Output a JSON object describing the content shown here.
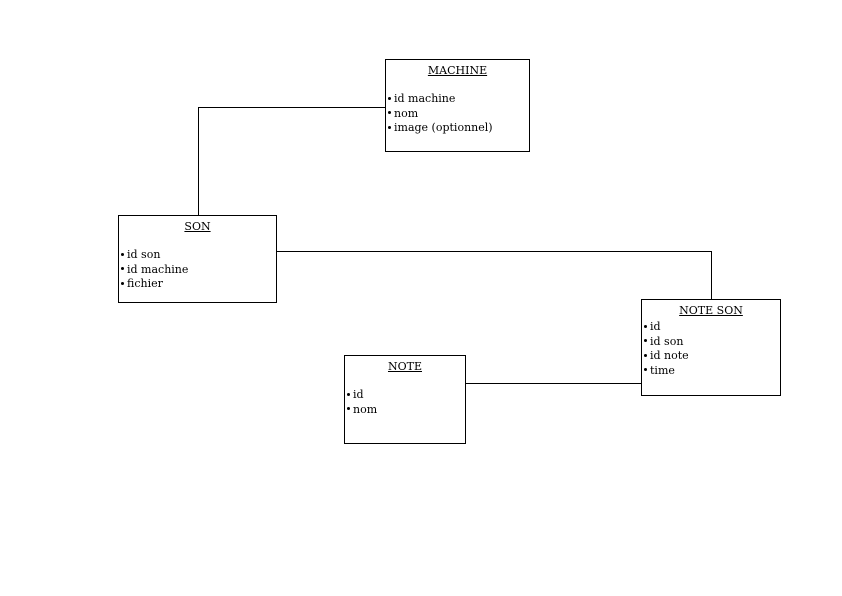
{
  "entities": {
    "machine": {
      "title": "MACHINE",
      "attributes": [
        "id machine",
        "nom",
        "image (optionnel)"
      ]
    },
    "son": {
      "title": "SON",
      "attributes": [
        "id son",
        "id machine",
        "fichier"
      ]
    },
    "note_son": {
      "title": "NOTE SON",
      "attributes": [
        "id",
        "id son",
        "id note",
        "time"
      ]
    },
    "note": {
      "title": "NOTE",
      "attributes": [
        "id",
        "nom"
      ]
    }
  },
  "relations": [
    {
      "from": "son",
      "to": "machine"
    },
    {
      "from": "son",
      "to": "note_son"
    },
    {
      "from": "note",
      "to": "note_son"
    }
  ]
}
